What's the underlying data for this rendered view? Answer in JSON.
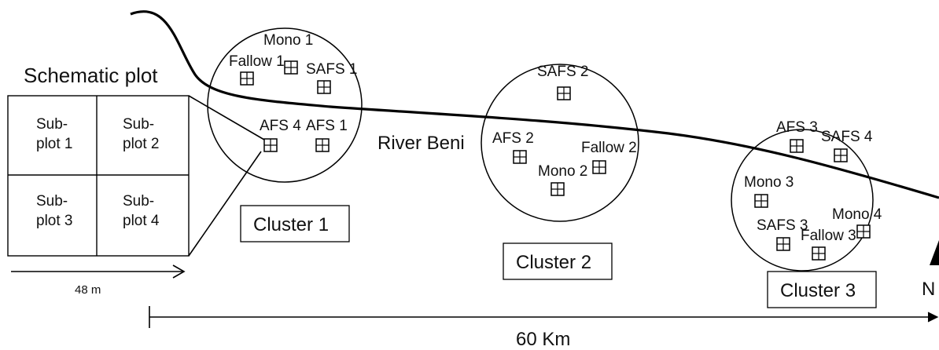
{
  "schematic": {
    "title": "Schematic plot",
    "subplots": [
      [
        "Sub-",
        "plot 1"
      ],
      [
        "Sub-",
        "plot 2"
      ],
      [
        "Sub-",
        "plot 3"
      ],
      [
        "Sub-",
        "plot 4"
      ]
    ],
    "scale_label": "48 m"
  },
  "river_label": "River Beni",
  "clusters": [
    {
      "label": "Cluster 1",
      "plots": [
        "Mono 1",
        "Fallow 1",
        "SAFS 1",
        "AFS 4",
        "AFS 1"
      ]
    },
    {
      "label": "Cluster 2",
      "plots": [
        "SAFS 2",
        "AFS 2",
        "Fallow 2",
        "Mono 2"
      ]
    },
    {
      "label": "Cluster 3",
      "plots": [
        "AFS 3",
        "SAFS 4",
        "Mono 3",
        "Mono 4",
        "SAFS 3",
        "Fallow 3"
      ]
    }
  ],
  "distance_label": "60 Km",
  "north_label": "N"
}
